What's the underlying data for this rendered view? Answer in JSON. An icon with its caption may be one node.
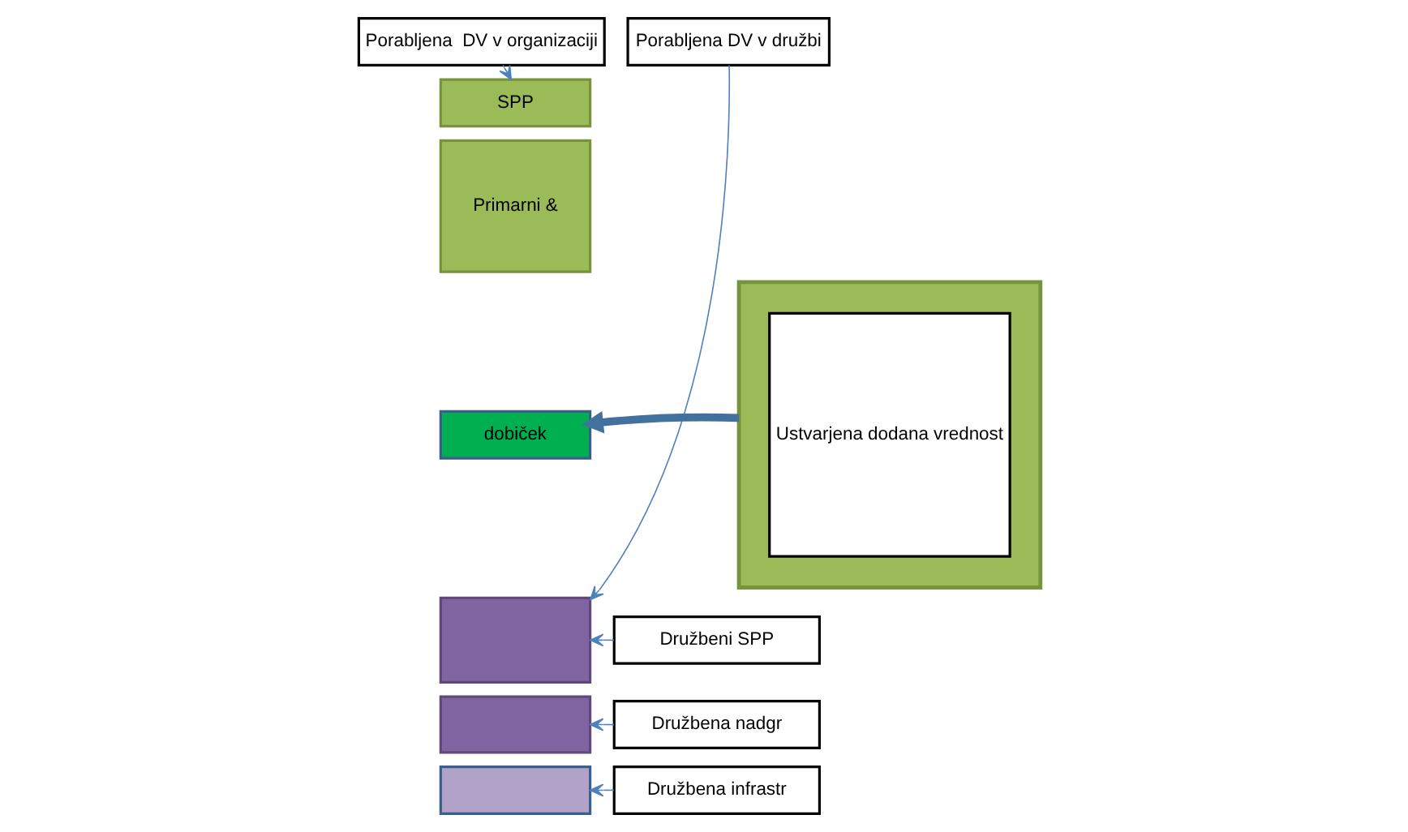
{
  "diagram": {
    "nodes": [
      {
        "text": [
          "Porabljena  DV v organizaciji"
        ]
      },
      {
        "text": [
          "Porabljena DV v družbi"
        ]
      },
      {
        "text": [],
        "shape": "box"
      },
      {
        "text": [
          "Ustvarjena dodana vrednost"
        ],
        "in": 2
      },
      {
        "text": [
          "SPP"
        ]
      },
      {
        "text": [
          "Primarni &"
        ]
      },
      {
        "text": [
          "dobiček"
        ]
      },
      {
        "text": [],
        "shape": "box"
      },
      {
        "text": [],
        "shape": "box"
      },
      {
        "text": [],
        "shape": "box"
      },
      {
        "text": [
          "Družbeni SPP"
        ]
      },
      {
        "text": [
          "Družbena nadgr"
        ]
      },
      {
        "text": [
          "Družbena infrastr"
        ]
      }
    ],
    "edges": [
      {
        "from": 0,
        "to": 4,
        "arrow": "to"
      },
      {
        "from": 1,
        "to": 7,
        "arrow": "to"
      },
      {
        "from": 2,
        "to": 6,
        "arrow": "to",
        "style": "thick",
        "color": "#41719c"
      },
      {
        "from": 10,
        "to": 7,
        "arrow": "to"
      },
      {
        "from": 11,
        "to": 8,
        "arrow": "to"
      },
      {
        "from": 12,
        "to": 9,
        "arrow": "to"
      }
    ]
  }
}
